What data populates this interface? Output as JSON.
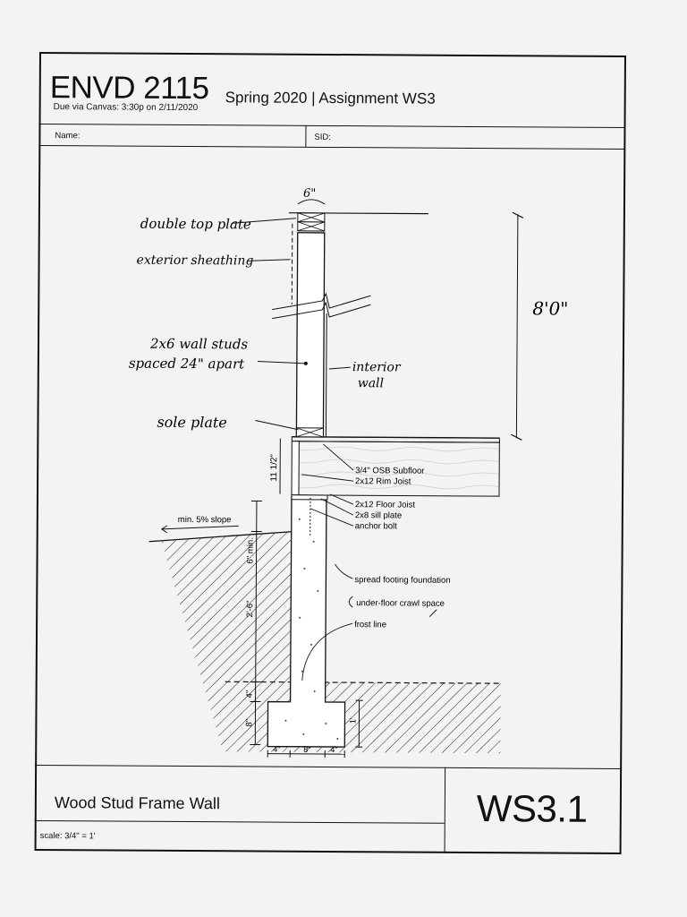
{
  "header": {
    "course": "ENVD 2115",
    "due": "Due via Canvas: 3:30p on 2/11/2020",
    "term": "Spring 2020 | Assignment WS3",
    "name_label": "Name:",
    "sid_label": "SID:"
  },
  "drawing": {
    "width_dim": "6\"",
    "height_dim": "8'0\"",
    "joist_dim": "11 1/2\"",
    "handwritten_labels": {
      "double_top_plate": "double top plate",
      "exterior_sheathing": "exterior sheathing",
      "wall_studs_1": "2x6 wall studs",
      "wall_studs_2": "spaced 24\" apart",
      "interior_wall_1": "interior",
      "interior_wall_2": "wall",
      "sole_plate": "sole plate"
    },
    "labels": {
      "subfloor": "3/4\" OSB Subfloor",
      "rim_joist": "2x12 Rim Joist",
      "floor_joist": "2x12 Floor Joist",
      "sill_plate": "2x8 sill plate",
      "anchor_bolt": "anchor bolt",
      "slope": "min. 5% slope",
      "spread_footing": "spread footing foundation",
      "crawl_space": "under-floor crawl space",
      "frost_line": "frost line"
    },
    "dims": {
      "min_6": "6\" min.",
      "wall_height": "2'-6\"",
      "four_a": "4\"",
      "eight_a": "8\"",
      "footing_w_left": "4\"",
      "footing_w_mid": "8\"",
      "footing_w_right": "4\"",
      "footing_h": "1'"
    }
  },
  "titleblock": {
    "title": "Wood Stud Frame Wall",
    "sheet": "WS3.1",
    "scale": "scale: 3/4\" = 1'"
  }
}
